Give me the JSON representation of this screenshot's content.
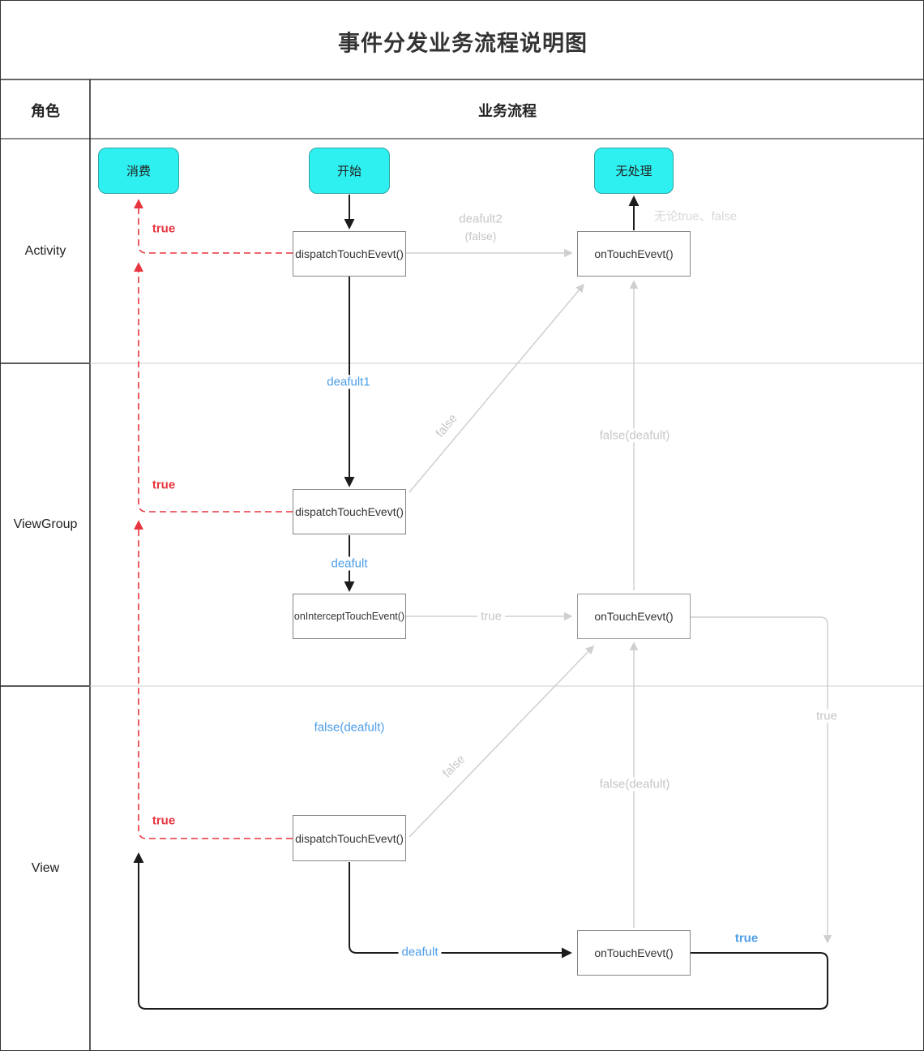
{
  "title": "事件分发业务流程说明图",
  "header": {
    "role": "角色",
    "flow": "业务流程"
  },
  "lanes": [
    {
      "label": "Activity"
    },
    {
      "label": "ViewGroup"
    },
    {
      "label": "View"
    }
  ],
  "nodes": {
    "consume": "消费",
    "start": "开始",
    "no_handle": "无处理",
    "activity_dispatch": "dispatchTouchEvevt()",
    "activity_ontouch": "onTouchEvevt()",
    "viewgroup_dispatch": "dispatchTouchEvevt()",
    "viewgroup_onintercept": "onInterceptTouchEvent()",
    "viewgroup_ontouch": "onTouchEvevt()",
    "view_dispatch": "dispatchTouchEvevt()",
    "view_ontouch": "onTouchEvevt()"
  },
  "edge_labels": {
    "activity_true": "true",
    "deafult2": "deafult2",
    "deafult2_sub": "(false)",
    "no_matter": "无论true、false",
    "deafult1": "deafult1",
    "false_diag_top": "false",
    "false_deafult_top": "false(deafult)",
    "viewgroup_true": "true",
    "deafult_mid": "deafult",
    "intercept_true": "true",
    "false_deafult_blue": "false(deafult)",
    "false_diag_bottom": "false",
    "right_true": "true",
    "false_deafult_bottom": "false(deafult)",
    "view_true": "true",
    "deafult_bottom": "deafult",
    "bottom_true": "true"
  },
  "colors": {
    "terminal_fill": "#2ff0f0",
    "terminal_border": "#2fa3a3",
    "line_black": "#1c1c1c",
    "line_gray": "#cfcfcf",
    "line_red": "#e8343e",
    "label_blue": "#4d9de8",
    "label_gray": "#c6c6c6"
  }
}
